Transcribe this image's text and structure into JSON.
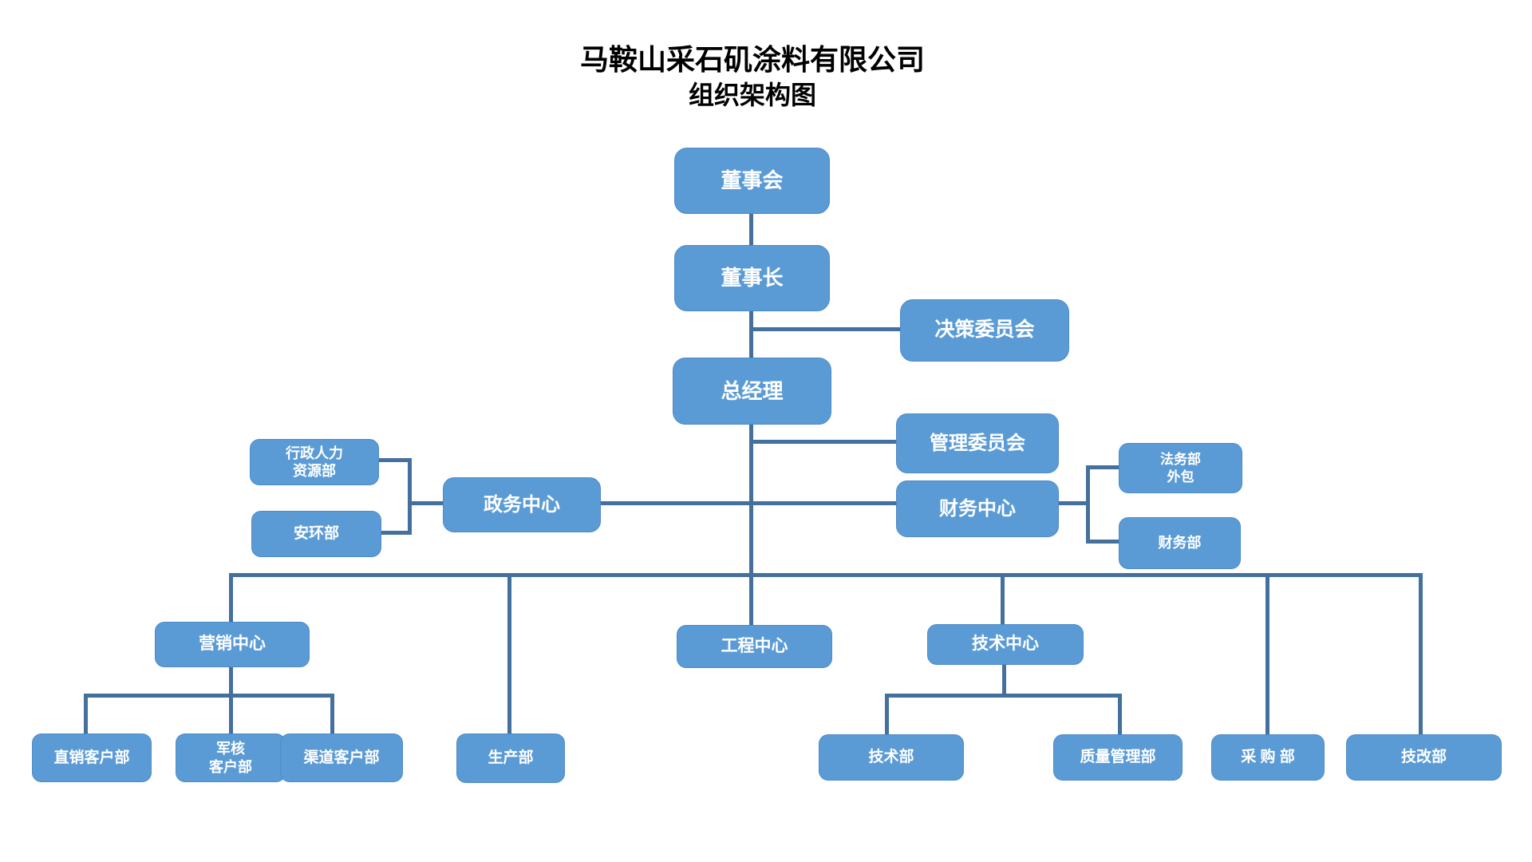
{
  "title": {
    "line1": "马鞍山采石矶涂料有限公司",
    "line2": "组织架构图"
  },
  "colors": {
    "node_fill": "#5B9BD5",
    "node_border": "#4E8AC8",
    "connector": "#44709D",
    "node_text": "#FFFFFF",
    "title_text": "#000000",
    "background": "#FFFFFF"
  },
  "nodes": {
    "board": {
      "label": "董事会"
    },
    "chairman": {
      "label": "董事长"
    },
    "decision_committee": {
      "label": "决策委员会"
    },
    "general_manager": {
      "label": "总经理"
    },
    "management_committee": {
      "label": "管理委员会"
    },
    "admin_hr": {
      "label": "行政人力\n资源部"
    },
    "gov_center": {
      "label": "政务中心"
    },
    "safety_env": {
      "label": "安环部"
    },
    "legal_outsource": {
      "label": "法务部\n外包"
    },
    "finance_center": {
      "label": "财务中心"
    },
    "finance_dept": {
      "label": "财务部"
    },
    "marketing_center": {
      "label": "营销中心"
    },
    "engineering_center": {
      "label": "工程中心"
    },
    "technology_center": {
      "label": "技术中心"
    },
    "direct_sales_dept": {
      "label": "直销客户部"
    },
    "military_nuclear_dept": {
      "label": "军核\n客户部"
    },
    "channel_dept": {
      "label": "渠道客户部"
    },
    "production_dept": {
      "label": "生产部"
    },
    "technical_dept": {
      "label": "技术部"
    },
    "quality_dept": {
      "label": "质量管理部"
    },
    "procurement_dept": {
      "label": "采 购 部"
    },
    "tech_upgrade_dept": {
      "label": "技改部"
    }
  }
}
